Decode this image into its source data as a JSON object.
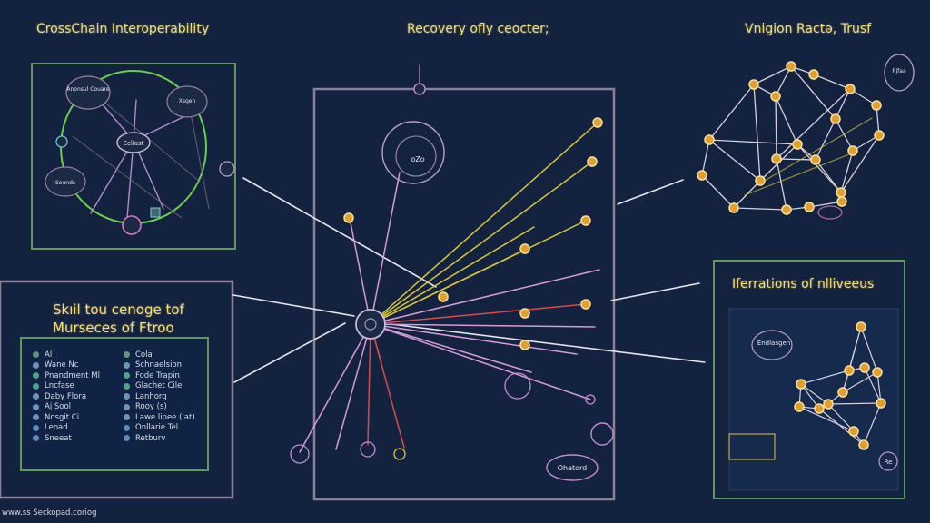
{
  "titles": {
    "cross_chain": "CrossChain Interoperability",
    "recovery": "Recovery ofly ceocter;",
    "mission": "Vnigion Ractə, Trusf",
    "skill": [
      "Skıil tou cenoge tof",
      "Murseces of Ftroo"
    ],
    "iterations": "Iferrations of nlliveeus"
  },
  "cross_chain_panel": {
    "center_label": "Ecliast",
    "node_labels": [
      "Anonsul Couare",
      "Xsgen",
      "Sounds"
    ],
    "accent": "#6ccf4a"
  },
  "recovery_panel": {
    "hub_label": "oZo",
    "bottom_label": "Ohatord"
  },
  "mission_panel": {
    "side_label": "Rjfaa"
  },
  "iterations_panel": {
    "labels": [
      "Endlasgen",
      "Re"
    ]
  },
  "legend": {
    "left": [
      "Al",
      "Wane Nc",
      "Pnandment Ml",
      "Lncfase",
      "Daby Flora",
      "Aj Sool",
      "Nosgit Ci",
      "Leoad",
      "Sneeat"
    ],
    "right": [
      "Cola",
      "Schnaelsion",
      "Fode Trapin",
      "Glachet Cile",
      "Lanhorg",
      "Rooy (s)",
      "Lawe lipee (lat)",
      "Onllarie Tel",
      "Retburv"
    ],
    "dot_colors": [
      "#5f9a72",
      "#6f92b8",
      "#4fa38c",
      "#4fa38c",
      "#6f92b8",
      "#6f92b8",
      "#6f92b8",
      "#5e89b8",
      "#5e89b8"
    ]
  },
  "footer": {
    "url": "www.ss Seckopad.coriog"
  },
  "colors": {
    "background": "#13233f",
    "title": "#f2dc7a",
    "frame_gray": "#8a8196",
    "frame_green": "#5f9a5c",
    "line_pink": "#d79ad8",
    "line_yellow": "#d8c43a",
    "line_red": "#d84a4a",
    "node_gold": "#f0b43a"
  }
}
